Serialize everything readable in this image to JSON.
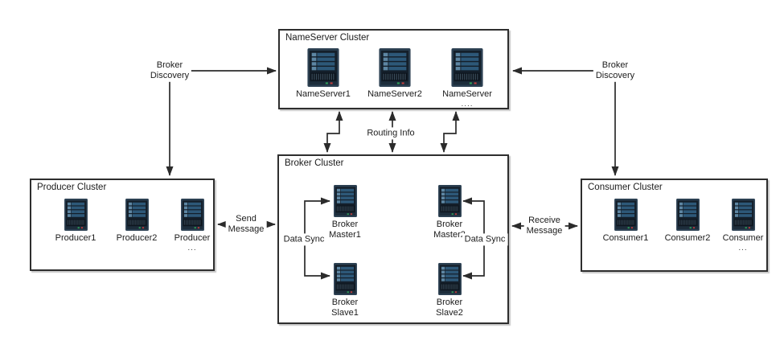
{
  "colors": {
    "line_color": "#2b2b2b",
    "box_border": "#2e2e2e",
    "background": "#ffffff",
    "icon_shell": "#2c4052",
    "icon_body": "#141f2a",
    "icon_bar": "#2d5878",
    "icon_bar_accent": "#5d86a3",
    "icon_grille": "#0a1119",
    "icon_led_green": "#2f9e58",
    "icon_led_red": "#bf3d3d"
  },
  "clusters": {
    "nameserver": {
      "title": "NameServer Cluster",
      "nodes": [
        {
          "label": "NameServer1",
          "sub": ""
        },
        {
          "label": "NameServer2",
          "sub": ""
        },
        {
          "label": "NameServer",
          "sub": "...."
        }
      ]
    },
    "broker": {
      "title": "Broker Cluster",
      "nodes": [
        {
          "label": "Broker\nMaster1"
        },
        {
          "label": "Broker\nMaster2"
        },
        {
          "label": "Broker\nSlave1"
        },
        {
          "label": "Broker\nSlave2"
        }
      ]
    },
    "producer": {
      "title": "Producer Cluster",
      "nodes": [
        {
          "label": "Producer1",
          "sub": ""
        },
        {
          "label": "Producer2",
          "sub": ""
        },
        {
          "label": "Producer",
          "sub": "..."
        }
      ]
    },
    "consumer": {
      "title": "Consumer Cluster",
      "nodes": [
        {
          "label": "Consumer1",
          "sub": ""
        },
        {
          "label": "Consumer2",
          "sub": ""
        },
        {
          "label": "Consumer",
          "sub": "..."
        }
      ]
    }
  },
  "edges": {
    "broker_discovery_left": "Broker\nDiscovery",
    "broker_discovery_right": "Broker\nDiscovery",
    "routing_info": "Routing Info",
    "send_message": "Send\nMessage",
    "receive_message": "Receive\nMessage",
    "data_sync_left": "Data Sync",
    "data_sync_right": "Data Sync"
  }
}
